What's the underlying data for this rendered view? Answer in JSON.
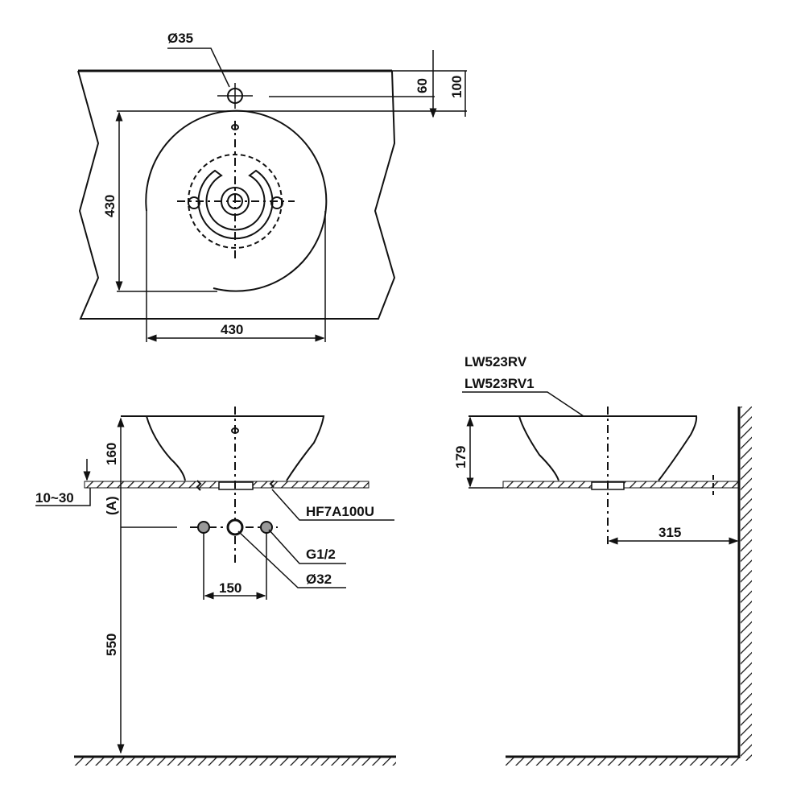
{
  "title": "Vessel basin installation drawing",
  "top_view": {
    "hole_diameter": "Ø35",
    "dim_60": "60",
    "dim_100": "100",
    "depth": "430",
    "width": "430"
  },
  "front_view": {
    "height": "160",
    "counter_thickness": "10~30",
    "dim_a": "(A)",
    "drain_model": "HF7A100U",
    "supply_thread": "G1/2",
    "drain_diameter": "Ø32",
    "supply_spacing": "150",
    "drain_height": "550"
  },
  "side_view": {
    "model_1": "LW523RV",
    "model_2": "LW523RV1",
    "height": "179",
    "wall_distance": "315"
  },
  "colors": {
    "line": "#111111",
    "background": "#ffffff"
  }
}
